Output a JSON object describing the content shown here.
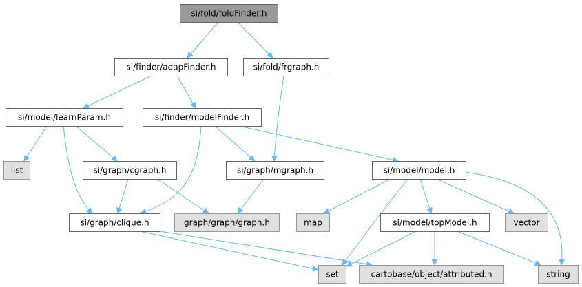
{
  "title": "si/fold/foldFinder.h",
  "colors": {
    "edge": "#63b8ff",
    "root_fill": "#999999",
    "root_stroke": "#666666",
    "node_fill": "#ffffff",
    "node_stroke": "#666666",
    "external_fill": "#e0e0e0",
    "external_stroke": "#999999"
  },
  "nodes": [
    {
      "id": "foldFinder",
      "label": "si/fold/foldFinder.h",
      "kind": "root"
    },
    {
      "id": "adapFinder",
      "label": "si/finder/adapFinder.h",
      "kind": "file"
    },
    {
      "id": "frgraph",
      "label": "si/fold/frgraph.h",
      "kind": "file"
    },
    {
      "id": "learnParam",
      "label": "si/model/learnParam.h",
      "kind": "file"
    },
    {
      "id": "modelFinder",
      "label": "si/finder/modelFinder.h",
      "kind": "file"
    },
    {
      "id": "list",
      "label": "list",
      "kind": "external"
    },
    {
      "id": "cgraph",
      "label": "si/graph/cgraph.h",
      "kind": "file"
    },
    {
      "id": "mgraph",
      "label": "si/graph/mgraph.h",
      "kind": "file"
    },
    {
      "id": "model",
      "label": "si/model/model.h",
      "kind": "file"
    },
    {
      "id": "clique",
      "label": "si/graph/clique.h",
      "kind": "file"
    },
    {
      "id": "graph",
      "label": "graph/graph/graph.h",
      "kind": "external"
    },
    {
      "id": "map",
      "label": "map",
      "kind": "external"
    },
    {
      "id": "topModel",
      "label": "si/model/topModel.h",
      "kind": "file"
    },
    {
      "id": "vector",
      "label": "vector",
      "kind": "external"
    },
    {
      "id": "set",
      "label": "set",
      "kind": "external"
    },
    {
      "id": "attributed",
      "label": "cartobase/object/attributed.h",
      "kind": "external"
    },
    {
      "id": "string",
      "label": "string",
      "kind": "external"
    }
  ],
  "edges": [
    [
      "foldFinder",
      "adapFinder"
    ],
    [
      "foldFinder",
      "frgraph"
    ],
    [
      "adapFinder",
      "learnParam"
    ],
    [
      "adapFinder",
      "modelFinder"
    ],
    [
      "frgraph",
      "mgraph"
    ],
    [
      "learnParam",
      "list"
    ],
    [
      "learnParam",
      "cgraph"
    ],
    [
      "learnParam",
      "clique"
    ],
    [
      "modelFinder",
      "clique"
    ],
    [
      "modelFinder",
      "mgraph"
    ],
    [
      "modelFinder",
      "model"
    ],
    [
      "cgraph",
      "clique"
    ],
    [
      "cgraph",
      "graph"
    ],
    [
      "mgraph",
      "graph"
    ],
    [
      "model",
      "map"
    ],
    [
      "model",
      "set"
    ],
    [
      "model",
      "topModel"
    ],
    [
      "model",
      "vector"
    ],
    [
      "model",
      "string"
    ],
    [
      "clique",
      "set"
    ],
    [
      "clique",
      "attributed"
    ],
    [
      "topModel",
      "set"
    ],
    [
      "topModel",
      "attributed"
    ],
    [
      "topModel",
      "string"
    ]
  ]
}
